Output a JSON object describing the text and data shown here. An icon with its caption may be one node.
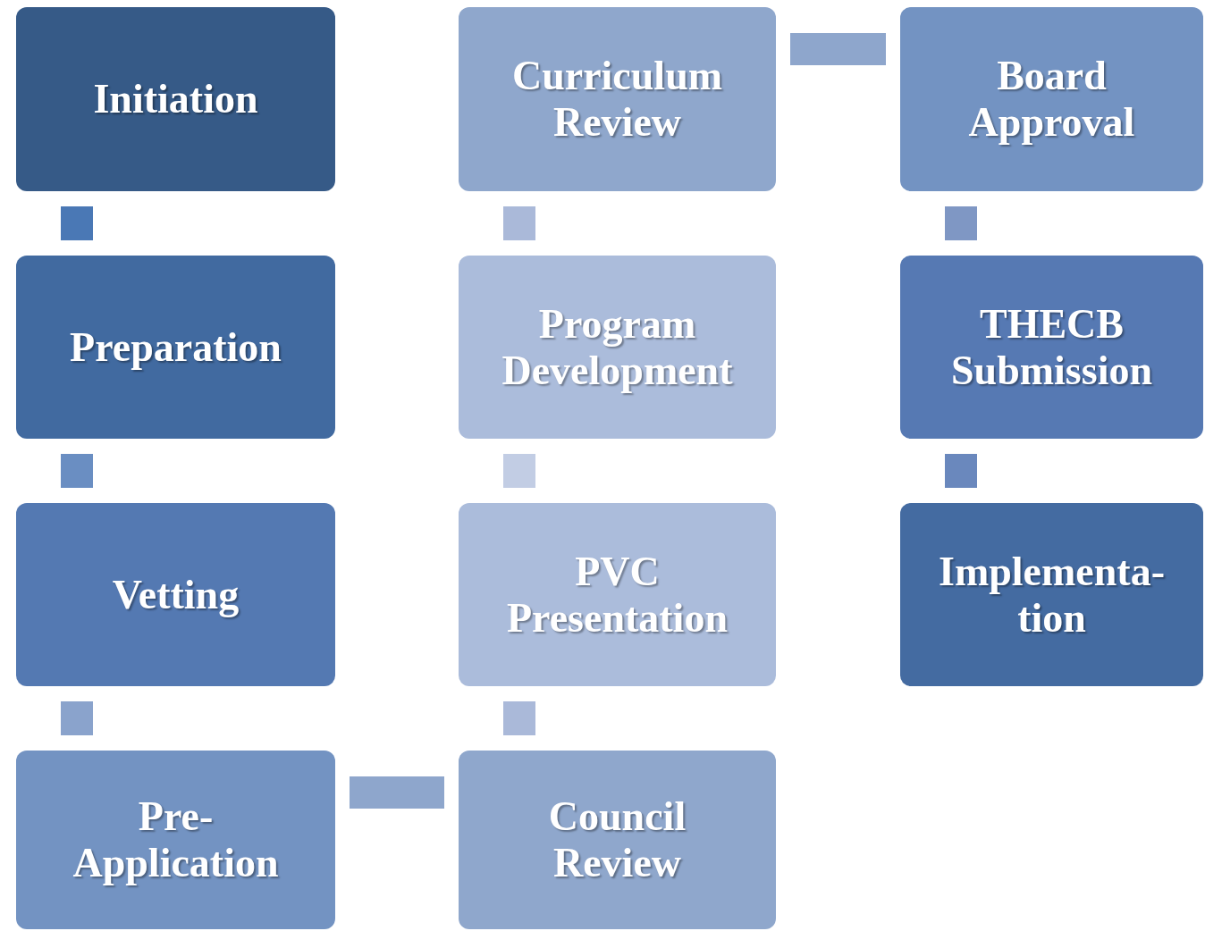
{
  "diagram": {
    "nodes": [
      {
        "text": [
          "Initiation"
        ]
      },
      {
        "text": [
          "Preparation"
        ]
      },
      {
        "text": [
          "Vetting"
        ]
      },
      {
        "text": [
          "Pre- Application"
        ]
      },
      {
        "text": [
          "Council Review"
        ]
      },
      {
        "text": [
          "PVC Presentation"
        ]
      },
      {
        "text": [
          "Program Development"
        ]
      },
      {
        "text": [
          "Curriculum Review"
        ]
      },
      {
        "text": [
          "Board Approval"
        ]
      },
      {
        "text": [
          "THECB Submission"
        ]
      },
      {
        "text": [
          "Implementa- tion"
        ]
      }
    ],
    "edges": [
      {
        "from": 0,
        "to": 1,
        "arrow": "none",
        "color": "#4a78b5"
      },
      {
        "from": 1,
        "to": 2,
        "arrow": "none",
        "color": "#6a8ec2"
      },
      {
        "from": 2,
        "to": 3,
        "arrow": "none",
        "color": "#8aa3cc"
      },
      {
        "from": 3,
        "to": 4,
        "arrow": "none",
        "color": "#8ea6cc"
      },
      {
        "from": 4,
        "to": 5,
        "arrow": "none",
        "color": "#aab9d9"
      },
      {
        "from": 5,
        "to": 6,
        "arrow": "none",
        "color": "#c2cde4"
      },
      {
        "from": 6,
        "to": 7,
        "arrow": "none",
        "color": "#aab9d9"
      },
      {
        "from": 7,
        "to": 8,
        "arrow": "none",
        "color": "#8ea6cc"
      },
      {
        "from": 8,
        "to": 9,
        "arrow": "none",
        "color": "#7f97c4"
      },
      {
        "from": 9,
        "to": 10,
        "arrow": "none",
        "color": "#6a88bd"
      }
    ]
  }
}
